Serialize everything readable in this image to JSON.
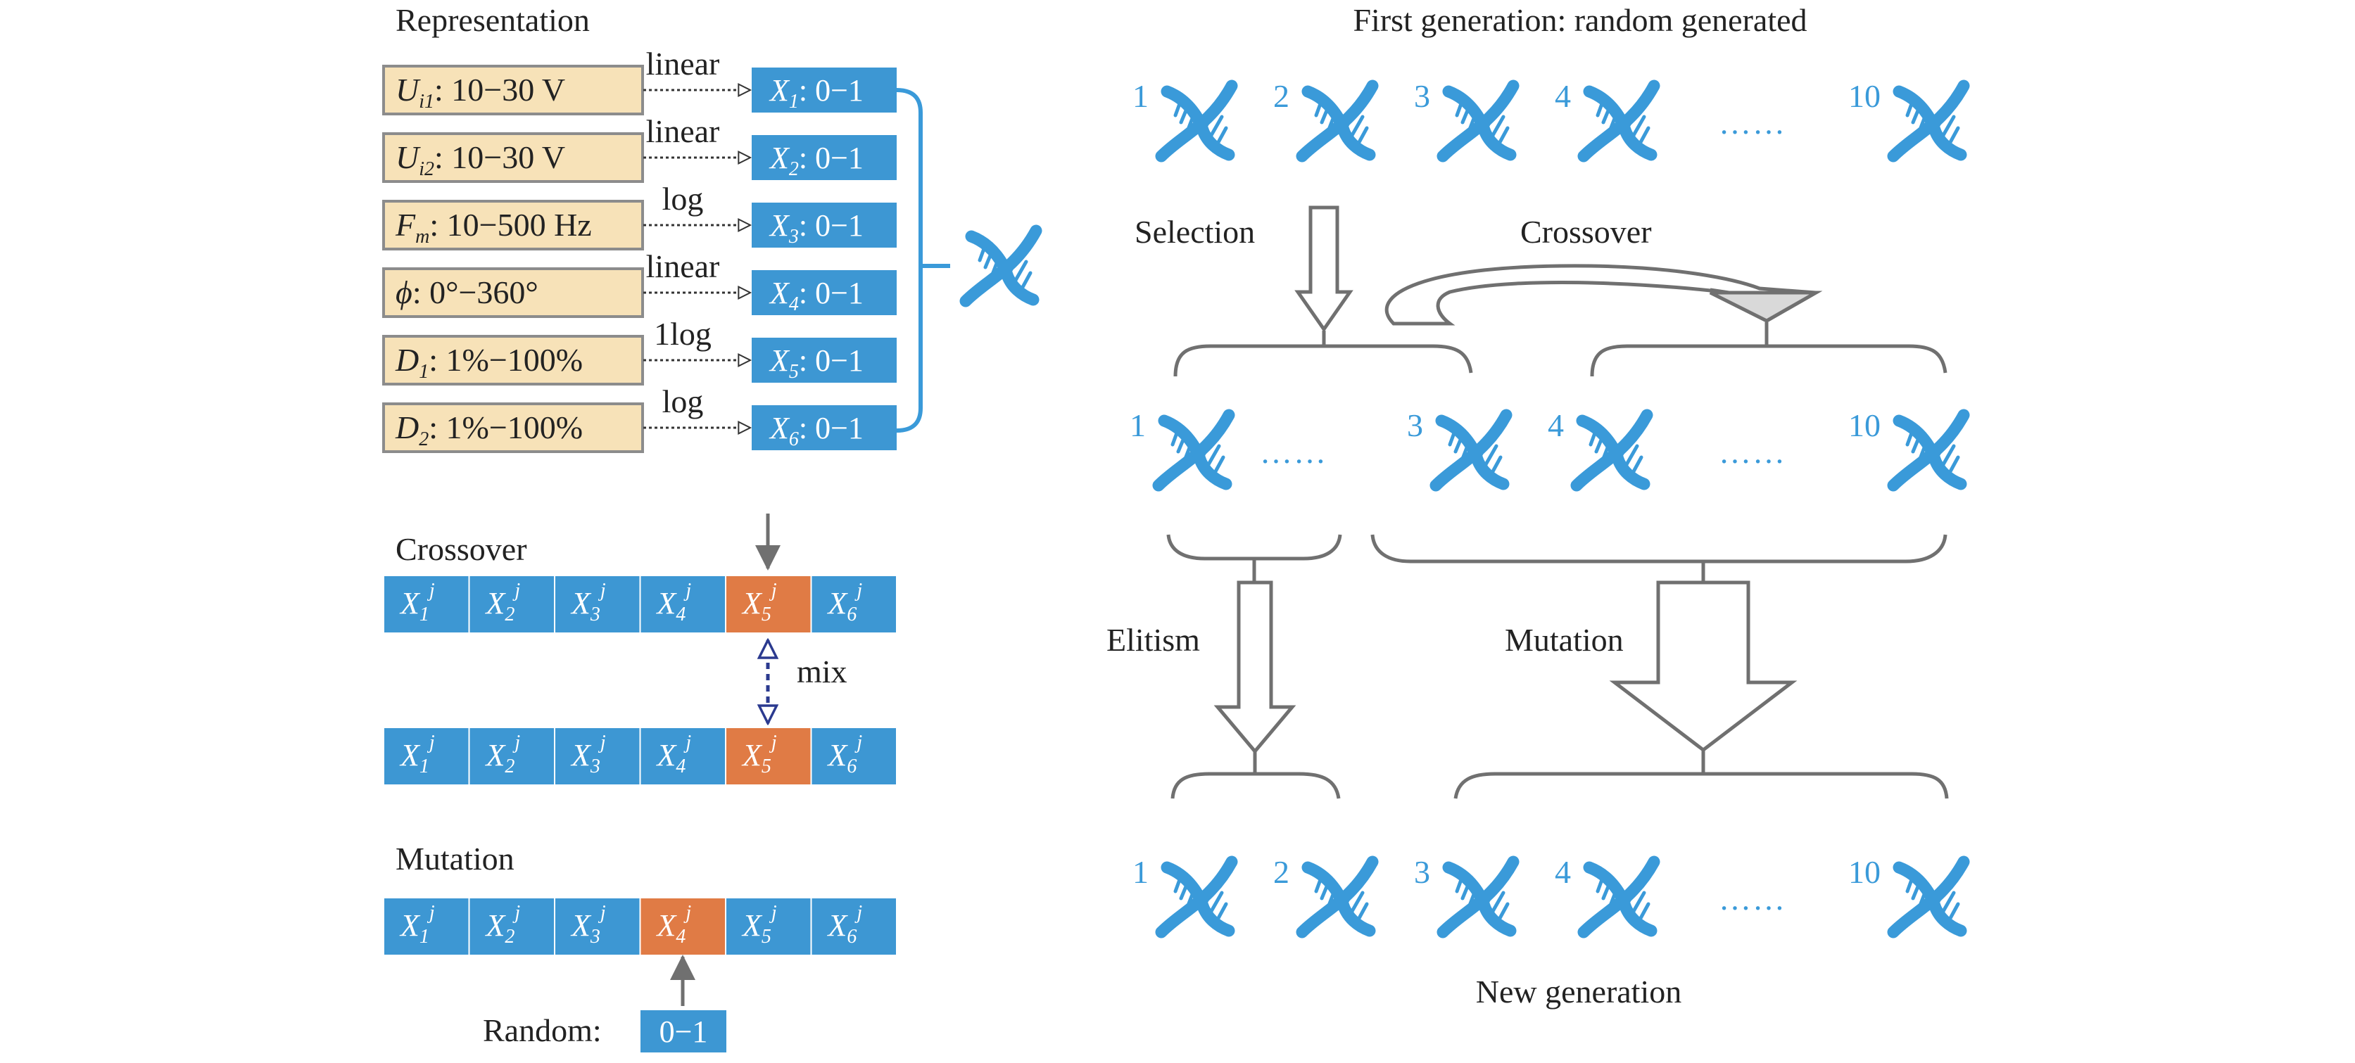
{
  "representation": {
    "title": "Representation",
    "rows": [
      {
        "param": "U",
        "param_sub": "i1",
        "range": ": 10−30 V",
        "mapping": "linear",
        "var": "X",
        "var_sub": "1",
        "var_range": ": 0−1"
      },
      {
        "param": "U",
        "param_sub": "i2",
        "range": ": 10−30 V",
        "mapping": "linear",
        "var": "X",
        "var_sub": "2",
        "var_range": ": 0−1"
      },
      {
        "param": "F",
        "param_sub": "m",
        "range": ": 10−500 Hz",
        "mapping": "log",
        "var": "X",
        "var_sub": "3",
        "var_range": ": 0−1"
      },
      {
        "param": "ϕ",
        "param_sub": "",
        "range": ": 0°−360°",
        "mapping": "linear",
        "var": "X",
        "var_sub": "4",
        "var_range": ": 0−1"
      },
      {
        "param": "D",
        "param_sub": "1",
        "range": ": 1%−100%",
        "mapping": "1log",
        "var": "X",
        "var_sub": "5",
        "var_range": ": 0−1"
      },
      {
        "param": "D",
        "param_sub": "2",
        "range": ": 1%−100%",
        "mapping": "log",
        "var": "X",
        "var_sub": "6",
        "var_range": ": 0−1"
      }
    ]
  },
  "crossover_panel": {
    "title": "Crossover",
    "genes": [
      "1",
      "2",
      "3",
      "4",
      "5",
      "6"
    ],
    "highlight_index": 4,
    "mix_label": "mix"
  },
  "mutation_panel": {
    "title": "Mutation",
    "genes": [
      "1",
      "2",
      "3",
      "4",
      "5",
      "6"
    ],
    "highlight_index": 3,
    "random_label": "Random:",
    "random_value": "0−1"
  },
  "gene_symbol": "X",
  "gene_superscript": "j",
  "flow": {
    "first_generation_title": "First generation: random generated",
    "first_generation": [
      "1",
      "2",
      "3",
      "4",
      "10"
    ],
    "selection_label": "Selection",
    "crossover_label": "Crossover",
    "middle_generation": [
      "1",
      "3",
      "4",
      "10"
    ],
    "elitism_label": "Elitism",
    "mutation_label": "Mutation",
    "new_generation": [
      "1",
      "2",
      "3",
      "4",
      "10"
    ],
    "new_generation_title": "New generation",
    "ellipsis": "……"
  },
  "colors": {
    "blue_box": "#3d97d3",
    "orange_box": "#e07b45",
    "param_fill": "#f7e2b8",
    "param_border": "#8c8c8c",
    "dna": "#3a9ad9",
    "arrow_gray": "#707070"
  }
}
